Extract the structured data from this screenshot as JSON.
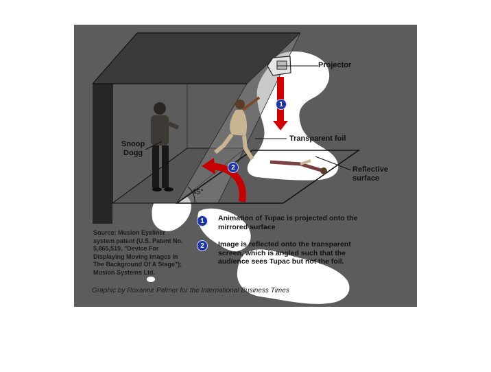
{
  "labels": {
    "projector": "Projector",
    "transparent_foil": "Transparent foil",
    "reflective_surface": "Reflective\nsurface",
    "performer": "Snoop\nDogg",
    "angle": "45°"
  },
  "steps": [
    {
      "number": "1",
      "text": "Animation of Tupac is projected onto the\nmirrored surface"
    },
    {
      "number": "2",
      "text": "Image is reflected onto the transparent\nscreen, which is angled such that the\naudience sees Tupac but not the foil."
    }
  ],
  "source_note": "Source: Musion Eyeliner\nsystem patent (U.S. Patent No.\n5,865,519, \"Device For\nDisplaying Moving Images In\nThe Background Of A Stage\");\nMusion Systems Ltd.",
  "credit": "Graphic by Roxanne Palmer for the International Business Times",
  "colors": {
    "panel": "#5c5c5c",
    "badge": "#1c35a8",
    "arrow_red": "#d40000",
    "highlight": "#ffffff"
  }
}
